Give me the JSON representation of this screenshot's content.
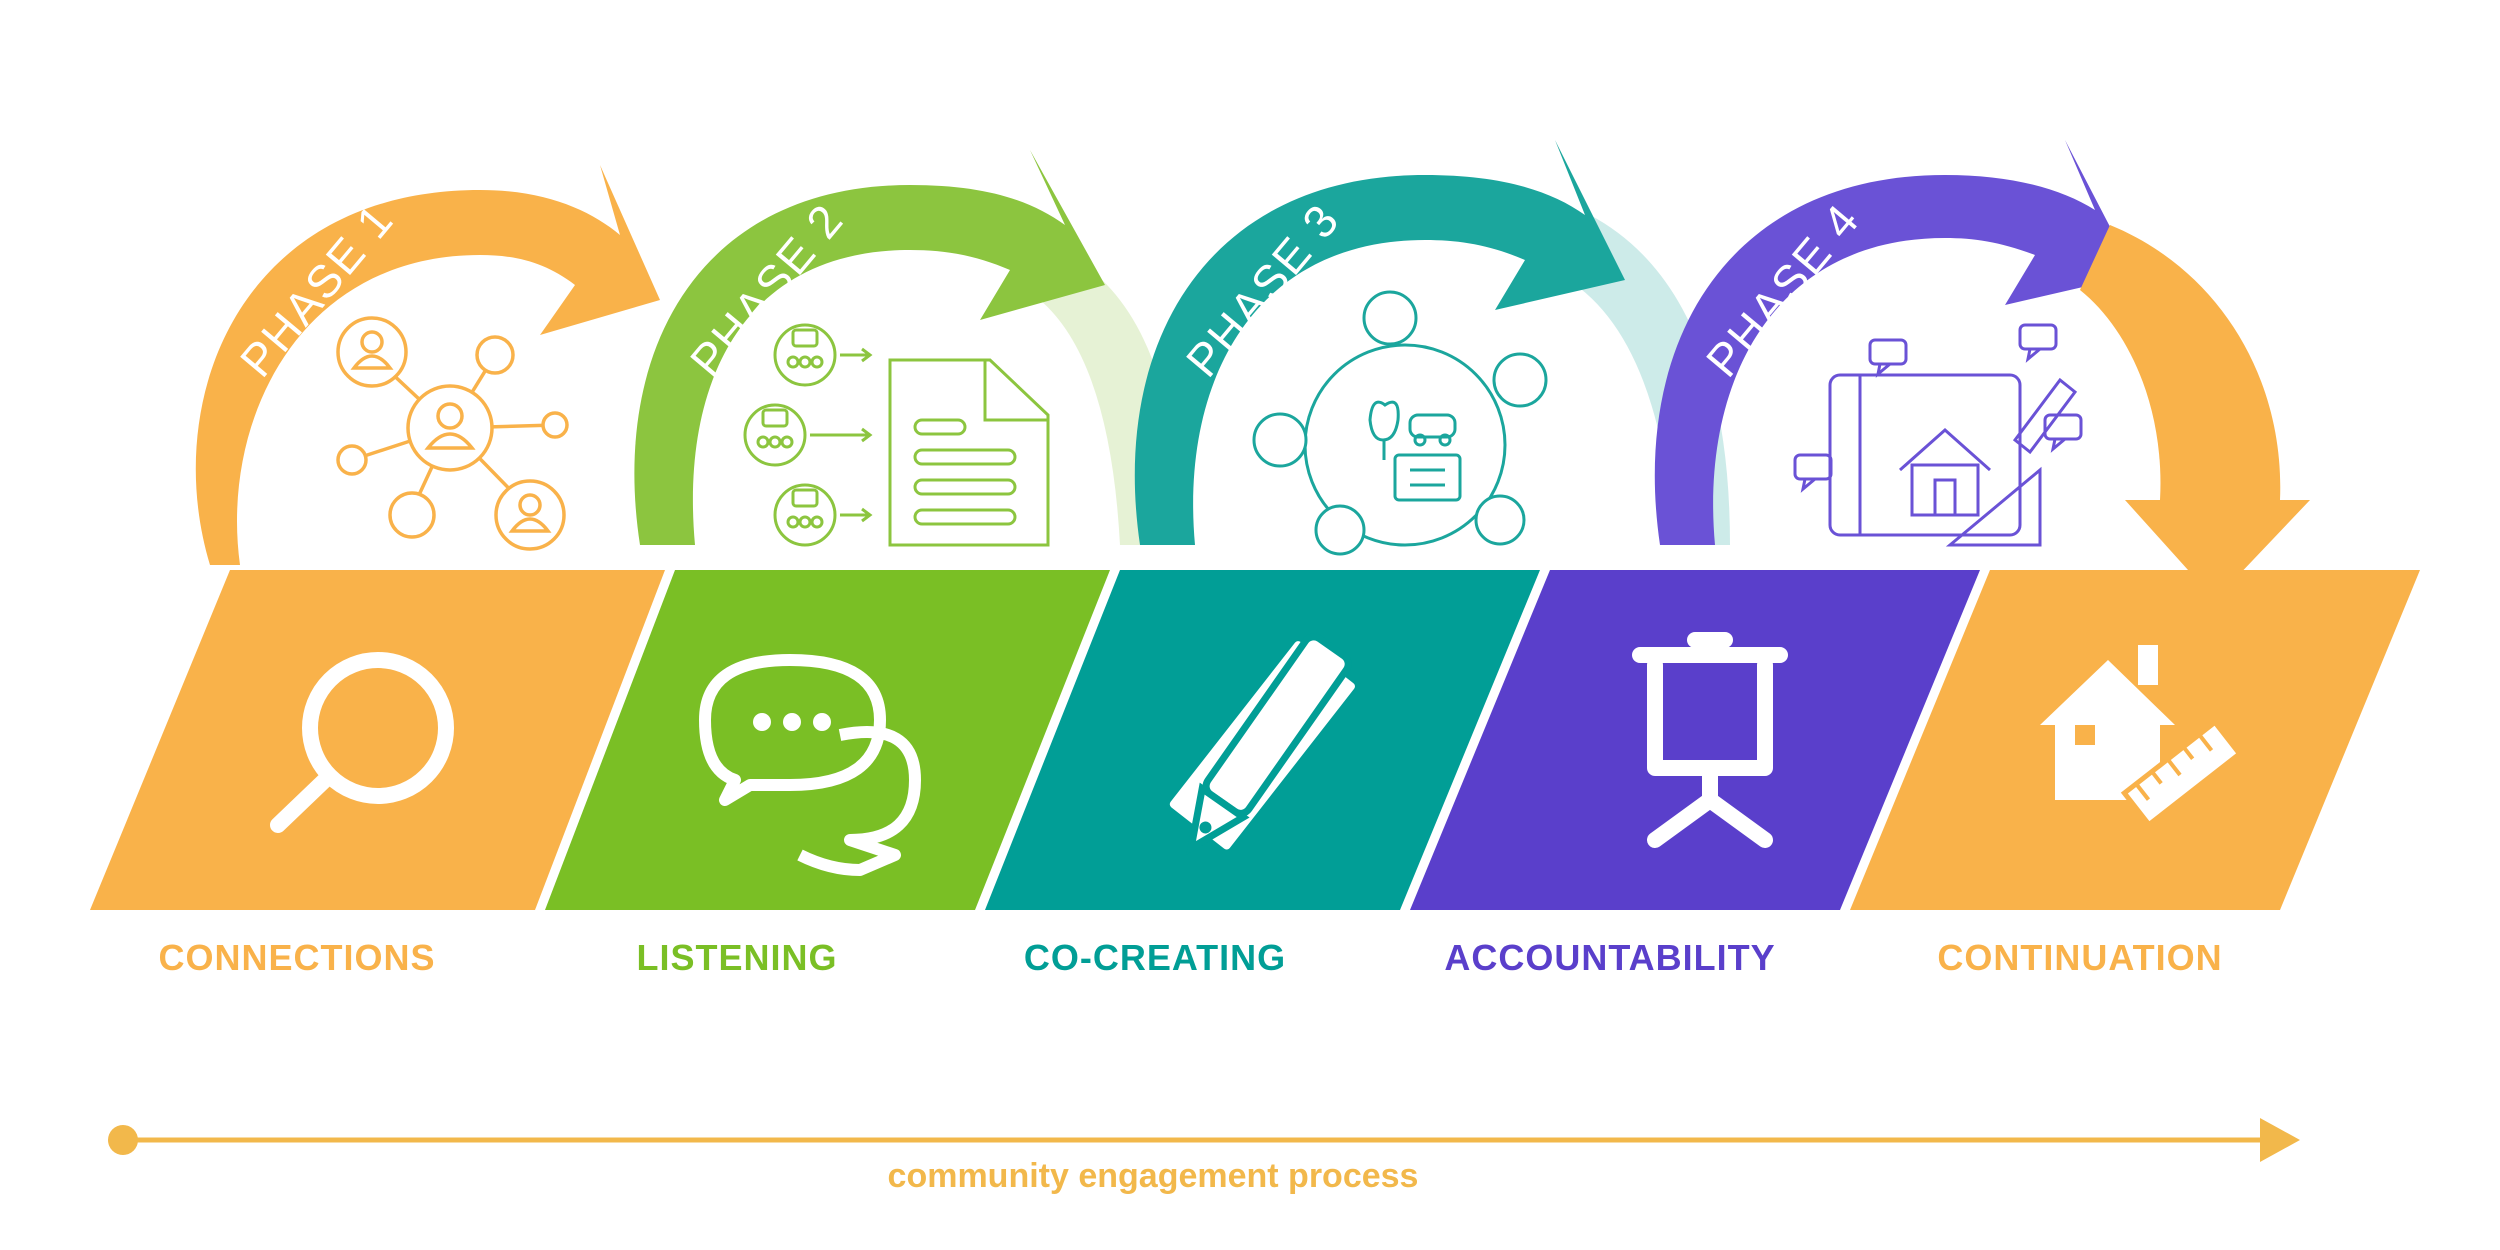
{
  "colors": {
    "orange": "#F9B24A",
    "green": "#7ABF25",
    "teal": "#019E96",
    "purple": "#5A3FCB",
    "line": "#F2B84B"
  },
  "phases": [
    {
      "label": "PHASE 1",
      "color": "#F9B24A",
      "icon": "network-people-icon"
    },
    {
      "label": "PHASE 2",
      "color": "#8CC53F",
      "icon": "feedback-to-document-icon"
    },
    {
      "label": "PHASE 3",
      "color": "#1BA69D",
      "icon": "roundtable-planning-icon"
    },
    {
      "label": "PHASE 4",
      "color": "#6A52D6",
      "icon": "design-plan-comments-icon"
    }
  ],
  "steps": [
    {
      "label": "CONNECTIONS",
      "color": "#F9B24A",
      "icon": "magnifier-icon"
    },
    {
      "label": "LISTENING",
      "color": "#7ABF25",
      "icon": "speech-bubbles-icon"
    },
    {
      "label": "CO-CREATING",
      "color": "#019E96",
      "icon": "pencil-ruler-icon"
    },
    {
      "label": "ACCOUNTABILITY",
      "color": "#5A3FCB",
      "icon": "presentation-board-icon"
    },
    {
      "label": "CONTINUATION",
      "color": "#F9B24A",
      "icon": "house-ruler-icon"
    }
  ],
  "process": {
    "label": "community engagement process"
  }
}
